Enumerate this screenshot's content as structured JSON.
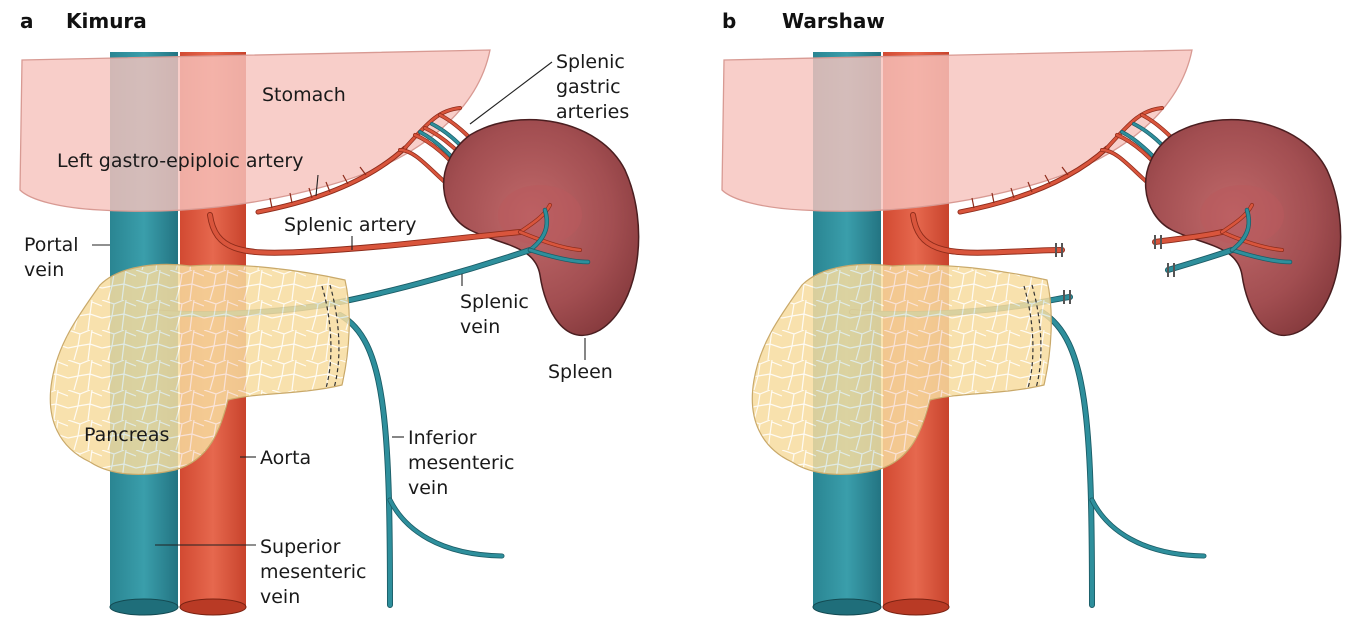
{
  "panels": [
    {
      "letter": "a",
      "title": "Kimura",
      "labels": {
        "stomach": "Stomach",
        "splenic_gastric_1": "Splenic",
        "splenic_gastric_2": "gastric",
        "splenic_gastric_3": "arteries",
        "left_gastro_epiploic": "Left gastro-epiploic artery",
        "splenic_artery": "Splenic artery",
        "portal_1": "Portal",
        "portal_2": "vein",
        "splenic_vein_1": "Splenic",
        "splenic_vein_2": "vein",
        "spleen": "Spleen",
        "pancreas": "Pancreas",
        "aorta": "Aorta",
        "inferior_1": "Inferior",
        "inferior_2": "mesenteric",
        "inferior_3": "vein",
        "superior_1": "Superior",
        "superior_2": "mesenteric",
        "superior_3": "vein"
      }
    },
    {
      "letter": "b",
      "title": "Warshaw"
    }
  ],
  "colors": {
    "vein": "#2e8f9c",
    "artery": "#d9553c",
    "stomach": "#f7c9c3",
    "pancreas": "#f8dfa3",
    "spleen": "#9e4a4d"
  }
}
